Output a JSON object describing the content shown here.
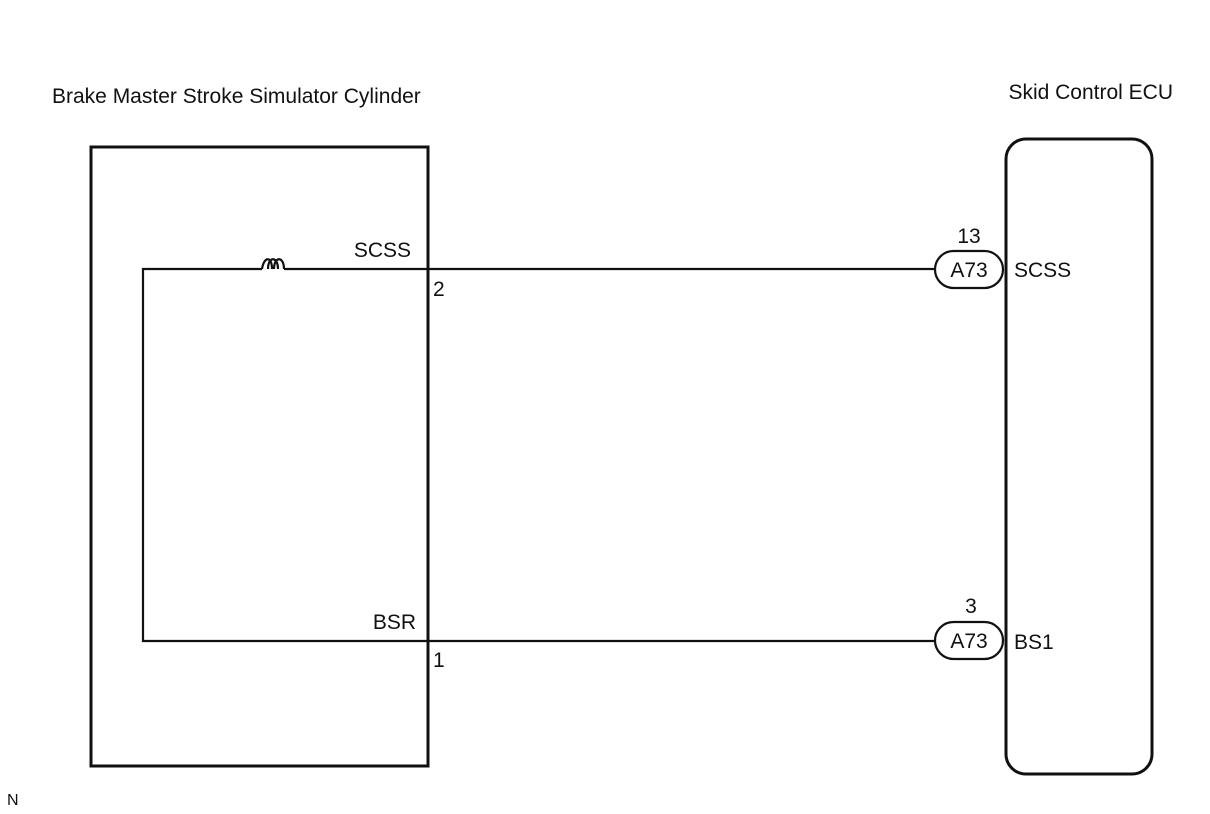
{
  "components": {
    "left": {
      "title": "Brake Master Stroke Simulator Cylinder"
    },
    "right": {
      "title": "Skid Control ECU"
    }
  },
  "wires": [
    {
      "left_terminal_name": "SCSS",
      "left_pin": "2",
      "connector": "A73",
      "connector_pin": "13",
      "right_terminal_name": "SCSS",
      "has_coil": true
    },
    {
      "left_terminal_name": "BSR",
      "left_pin": "1",
      "connector": "A73",
      "connector_pin": "3",
      "right_terminal_name": "BS1",
      "has_coil": false
    }
  ],
  "footer_code": "N",
  "colors": {
    "line": "#111111",
    "background": "#ffffff"
  }
}
